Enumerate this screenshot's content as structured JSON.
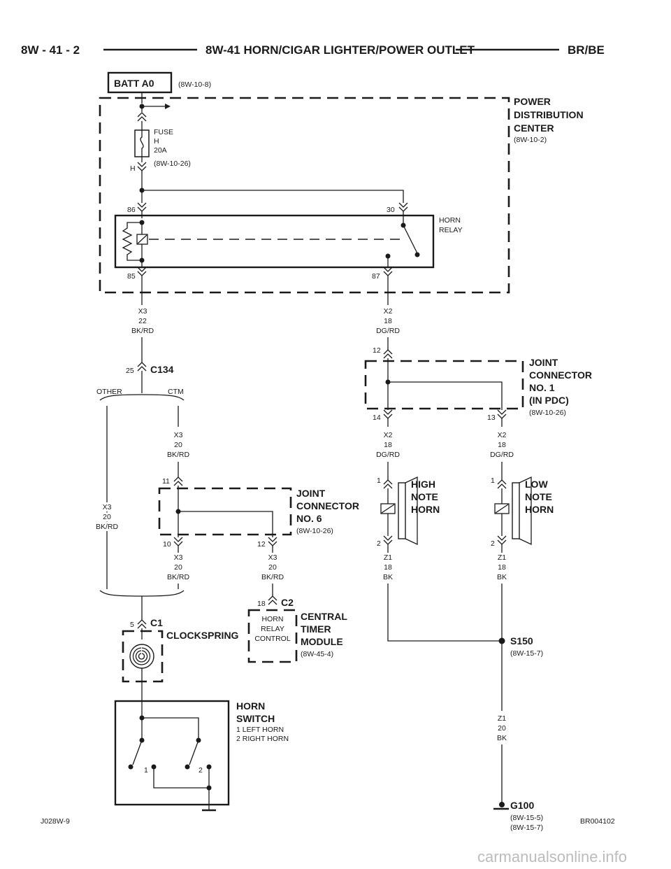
{
  "header": {
    "page_number": "8W - 41 - 2",
    "title": "8W-41 HORN/CIGAR LIGHTER/POWER OUTLET",
    "model": "BR/BE"
  },
  "source": {
    "label": "BATT A0",
    "ref": "(8W-10-8)"
  },
  "pdc": {
    "line1": "POWER",
    "line2": "DISTRIBUTION",
    "line3": "CENTER",
    "ref": "(8W-10-2)"
  },
  "fuse": {
    "l1": "FUSE",
    "l2": "H",
    "l3": "20A",
    "ref": "(8W-10-26)",
    "pin": "H"
  },
  "relay": {
    "line1": "HORN",
    "line2": "RELAY",
    "pin86": "86",
    "pin30": "30",
    "pin85": "85",
    "pin87": "87"
  },
  "wires": {
    "w_x3_22": {
      "c": "X3",
      "g": "22",
      "col": "BK/RD"
    },
    "w_x2_18a": {
      "c": "X2",
      "g": "18",
      "col": "DG/RD"
    },
    "w_x3_20_ctm": {
      "c": "X3",
      "g": "20",
      "col": "BK/RD"
    },
    "w_x3_20_other": {
      "c": "X3",
      "g": "20",
      "col": "BK/RD"
    },
    "w_x2_18b": {
      "c": "X2",
      "g": "18",
      "col": "DG/RD"
    },
    "w_x2_18c": {
      "c": "X2",
      "g": "18",
      "col": "DG/RD"
    },
    "w_x3_20_10": {
      "c": "X3",
      "g": "20",
      "col": "BK/RD"
    },
    "w_x3_20_12": {
      "c": "X3",
      "g": "20",
      "col": "BK/RD"
    },
    "w_z1_18a": {
      "c": "Z1",
      "g": "18",
      "col": "BK"
    },
    "w_z1_18b": {
      "c": "Z1",
      "g": "18",
      "col": "BK"
    },
    "w_z1_20": {
      "c": "Z1",
      "g": "20",
      "col": "BK"
    }
  },
  "c134": {
    "name": "C134",
    "pin": "25",
    "other": "OTHER",
    "ctm": "CTM"
  },
  "jc1": {
    "l1": "JOINT",
    "l2": "CONNECTOR",
    "l3": "NO. 1",
    "l4": "(IN PDC)",
    "ref": "(8W-10-26)",
    "pin12": "12",
    "pin14": "14",
    "pin13": "13"
  },
  "jc6": {
    "l1": "JOINT",
    "l2": "CONNECTOR",
    "l3": "NO. 6",
    "ref": "(8W-10-26)",
    "pin11": "11",
    "pin10": "10",
    "pin12": "12"
  },
  "high_horn": {
    "l1": "HIGH",
    "l2": "NOTE",
    "l3": "HORN",
    "pin1": "1",
    "pin2": "2"
  },
  "low_horn": {
    "l1": "LOW",
    "l2": "NOTE",
    "l3": "HORN",
    "pin1": "1",
    "pin2": "2"
  },
  "ctm": {
    "connector": "C2",
    "pin": "18",
    "in1": "HORN",
    "in2": "RELAY",
    "in3": "CONTROL",
    "l1": "CENTRAL",
    "l2": "TIMER",
    "l3": "MODULE",
    "ref": "(8W-45-4)"
  },
  "clockspring": {
    "connector": "C1",
    "pin": "5",
    "label": "CLOCKSPRING"
  },
  "horn_switch": {
    "l1": "HORN",
    "l2": "SWITCH",
    "d1": "1 LEFT HORN",
    "d2": "2 RIGHT HORN",
    "pos1": "1",
    "pos2": "2"
  },
  "s150": {
    "name": "S150",
    "ref": "(8W-15-7)"
  },
  "g100": {
    "name": "G100",
    "ref1": "(8W-15-5)",
    "ref2": "(8W-15-7)"
  },
  "footer": {
    "left": "J028W-9",
    "right": "BR004102"
  },
  "watermark": "carmanualsonline.info"
}
